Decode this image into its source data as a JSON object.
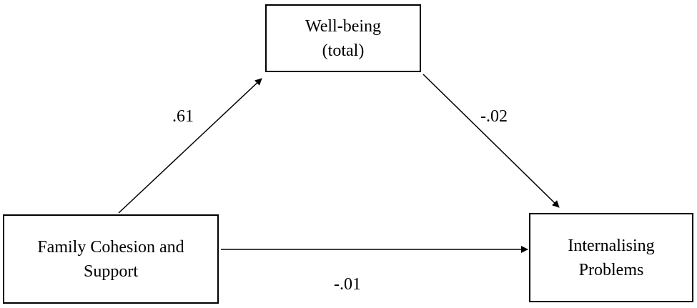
{
  "nodes": {
    "mediator": {
      "line1": "Well-being",
      "line2": "(total)"
    },
    "predictor": {
      "line1": "Family Cohesion and",
      "line2": "Support"
    },
    "outcome": {
      "line1": "Internalising",
      "line2": "Problems"
    }
  },
  "paths": {
    "a": ".61",
    "b": "-.02",
    "c_prime": "-.01"
  }
}
